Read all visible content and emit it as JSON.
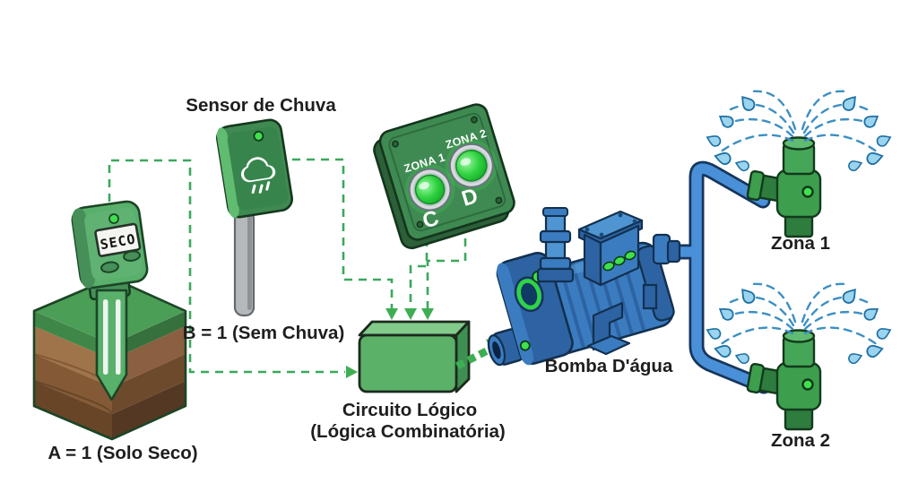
{
  "colors": {
    "bg": "#ffffff",
    "ink": "#1e1e1e",
    "wire_green": "#3aa85c",
    "arrow_green": "#3fae53",
    "led_green": "#3fe04c",
    "pipe_blue": "#4a90d9",
    "pipe_outline": "#16365c",
    "water_blue": "#3d8fc4",
    "droplet_fill": "#9bd4ef",
    "droplet_stroke": "#1d6fa3",
    "pump_blue": "#3b7cc0",
    "pump_dark": "#2d63a2",
    "pump_light": "#4f95d2",
    "pump_outline": "#12304f",
    "valve_green": "#3d9e4e",
    "valve_mid": "#46a658",
    "valve_dark": "#2e7c3e",
    "valve_light": "#5fbc70",
    "green_outline": "#123a1c",
    "panel_green": "#3f8a52",
    "panel_dark": "#2c6038",
    "box_front": "#5cb168",
    "box_top": "#82cb8a",
    "box_right": "#3f8f51",
    "sensor_green": "#58b06b",
    "sensor_side": "#468f58",
    "soil_top": "#4a9e55",
    "soil_band_front": "#3f8748",
    "soil_band_right": "#35703d",
    "soil_f1": "#a0744a",
    "soil_f2": "#845a36",
    "soil_f3": "#684527",
    "soil_r1": "#8a6040",
    "soil_r2": "#6e4a2c",
    "soil_r3": "#543823",
    "pole_gray": "#b5b9bc"
  },
  "soil_sensor": {
    "display": "SECO",
    "state_label": "A = 1 (Solo Seco)"
  },
  "rain_sensor": {
    "title": "Sensor de Chuva",
    "state_label": "B = 1 (Sem Chuva)"
  },
  "zone_panel": {
    "zone1": "ZONA 1",
    "zone2": "ZONA 2",
    "output_c": "C",
    "output_d": "D"
  },
  "logic_box": {
    "line1": "Circuito Lógico",
    "line2": "(Lógica Combinatória)"
  },
  "pump": {
    "label": "Bomba D'água"
  },
  "zones": {
    "zone1": "Zona 1",
    "zone2": "Zona 2"
  }
}
